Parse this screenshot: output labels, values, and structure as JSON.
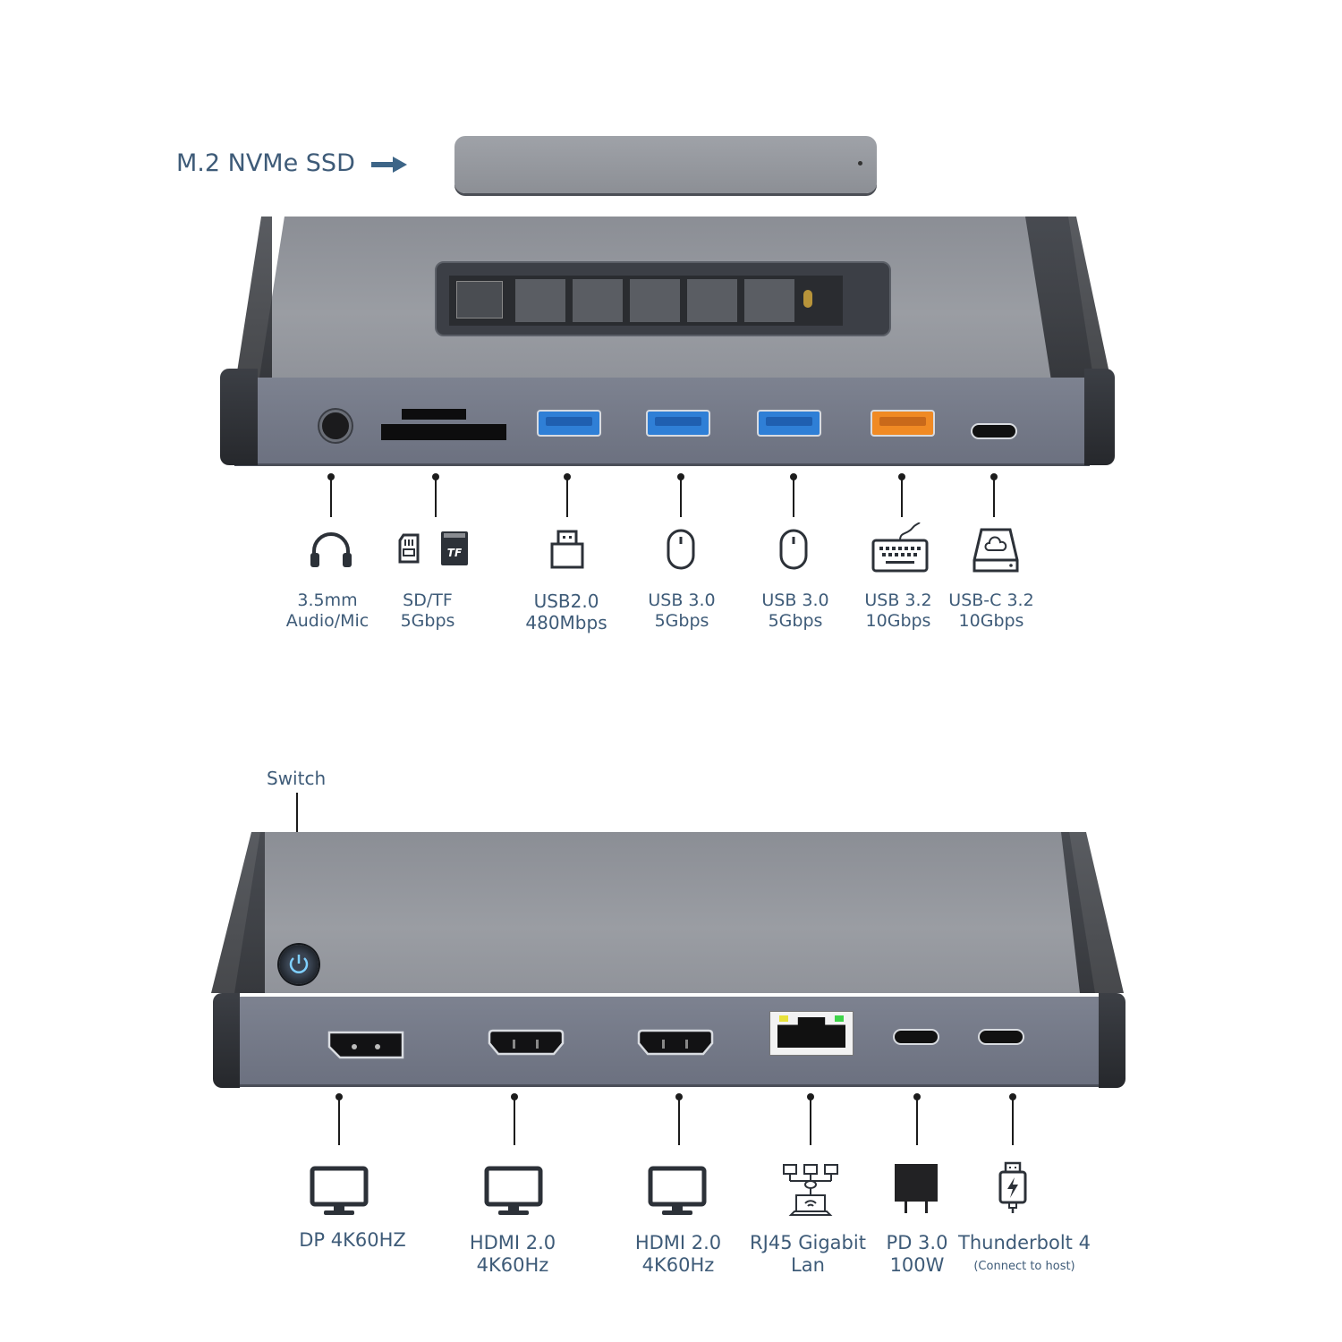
{
  "header": {
    "ssd_label": "M.2 NVMe SSD",
    "arrow_icon": "arrow-right-icon"
  },
  "top_device": {
    "ports": [
      {
        "id": "audio",
        "icon": "headphones-icon",
        "line1": "3.5mm",
        "line2": "Audio/Mic"
      },
      {
        "id": "card",
        "icon": "sd-tf-card-icon",
        "line1": "SD/TF",
        "line2": "5Gbps"
      },
      {
        "id": "usb20",
        "icon": "usb-stick-icon",
        "line1": "USB2.0",
        "line2": "480Mbps"
      },
      {
        "id": "usb30a",
        "icon": "mouse-icon",
        "line1": "USB 3.0",
        "line2": "5Gbps"
      },
      {
        "id": "usb30b",
        "icon": "mouse-icon",
        "line1": "USB 3.0",
        "line2": "5Gbps"
      },
      {
        "id": "usb32",
        "icon": "keyboard-icon",
        "line1": "USB 3.2",
        "line2": "10Gbps"
      },
      {
        "id": "usbc32",
        "icon": "external-drive-icon",
        "line1": "USB-C 3.2",
        "line2": "10Gbps"
      }
    ],
    "tf_badge": "TF"
  },
  "bottom_device": {
    "switch_label": "Switch",
    "ports": [
      {
        "id": "dp",
        "icon": "monitor-icon",
        "line1": "DP 4K60HZ",
        "line2": ""
      },
      {
        "id": "hdmi1",
        "icon": "monitor-icon",
        "line1": "HDMI 2.0",
        "line2": "4K60Hz"
      },
      {
        "id": "hdmi2",
        "icon": "monitor-icon",
        "line1": "HDMI 2.0",
        "line2": "4K60Hz"
      },
      {
        "id": "rj45",
        "icon": "network-icon",
        "line1": "RJ45 Gigabit",
        "line2": "Lan"
      },
      {
        "id": "pd",
        "icon": "power-adapter-icon",
        "line1": "PD 3.0",
        "line2": "100W"
      },
      {
        "id": "tb4",
        "icon": "thunderbolt-cable-icon",
        "line1": "Thunderbolt 4",
        "line2": "(Connect to host)"
      }
    ]
  },
  "colors": {
    "label_text": "#3e5b78",
    "usb3_blue": "#2f7fd6",
    "usb32_orange": "#f08a24",
    "body_gray": "#8e9198",
    "led_yellow": "#e8e23a",
    "led_green": "#3fd44a"
  }
}
